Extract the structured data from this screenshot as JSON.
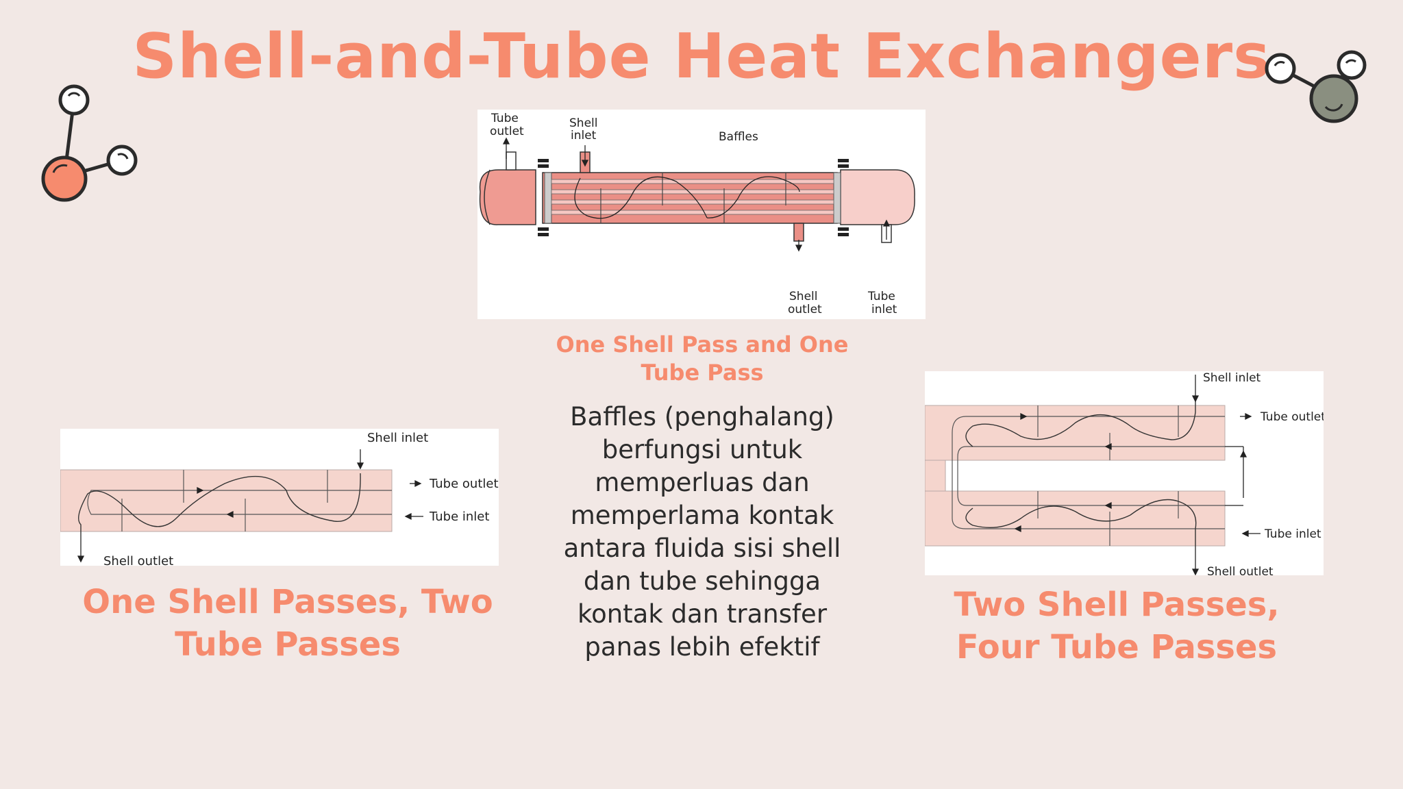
{
  "slide": {
    "title": "Shell-and-Tube Heat Exchangers",
    "description": "Baffles (penghalang) berfungsi untuk memperluas dan memperlama kontak antara fluida sisi shell dan tube sehingga kontak dan transfer panas lebih efektif"
  },
  "diagram_top": {
    "caption": "One Shell Pass and One Tube Pass",
    "labels": {
      "tube_outlet_1": "Tube",
      "tube_outlet_2": "outlet",
      "shell_inlet_1": "Shell",
      "shell_inlet_2": "inlet",
      "baffles": "Baffles",
      "shell_outlet_1": "Shell",
      "shell_outlet_2": "outlet",
      "tube_inlet_1": "Tube",
      "tube_inlet_2": "inlet"
    }
  },
  "diagram_left": {
    "caption": "One Shell Passes, Two Tube Passes",
    "labels": {
      "shell_inlet": "Shell inlet",
      "tube_outlet": "Tube outlet",
      "tube_inlet": "Tube inlet",
      "shell_outlet": "Shell outlet"
    }
  },
  "diagram_right": {
    "caption": "Two Shell Passes, Four Tube Passes",
    "labels": {
      "shell_inlet": "Shell inlet",
      "tube_outlet": "Tube outlet",
      "tube_inlet": "Tube inlet",
      "shell_outlet": "Shell outlet"
    }
  },
  "colors": {
    "accent": "#f68b6e",
    "background": "#f2e8e5",
    "shell_fill": "#f5d5cd",
    "tube_fill": "#e98a80",
    "molecule_grey": "#8a8f80"
  },
  "icons": {
    "left_decoration": "molecule-icon",
    "right_decoration": "molecule-icon"
  }
}
